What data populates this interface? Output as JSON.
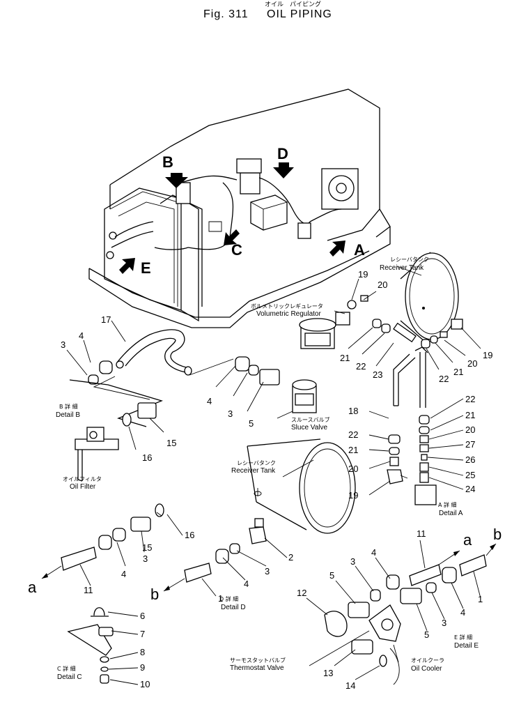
{
  "title": {
    "jp": "オイル　パイピング",
    "fig": "Fig. 311",
    "en": "OIL PIPING"
  },
  "view_letters": {
    "A": "A",
    "B": "B",
    "C": "C",
    "D": "D",
    "E": "E"
  },
  "connection_letters": {
    "a": "a",
    "b": "b"
  },
  "captions": {
    "receiver_tank_top": {
      "jp": "レシーバタンク",
      "en": "Receiver Tank"
    },
    "volumetric_regulator": {
      "jp": "ボルメトリックレギュレータ",
      "en": "Volumetric Regulator"
    },
    "sluce_valve": {
      "jp": "スルースバルブ",
      "en": "Sluce Valve"
    },
    "receiver_tank_mid": {
      "jp": "レシーバタンク",
      "en": "Receiver Tank"
    },
    "oil_filter": {
      "jp": "オイルフィルタ",
      "en": "Oil Filter"
    },
    "thermostat_valve": {
      "jp": "サーモスタットバルブ",
      "en": "Thermostat Valve"
    },
    "oil_cooler": {
      "jp": "オイルクーラ",
      "en": "Oil Cooler"
    }
  },
  "details": {
    "A": {
      "jp": "A 詳 細",
      "en": "Detail A"
    },
    "B": {
      "jp": "B 詳 細",
      "en": "Detail B"
    },
    "C": {
      "jp": "C 詳 細",
      "en": "Detail C"
    },
    "D": {
      "jp": "D 詳 細",
      "en": "Detail D"
    },
    "E": {
      "jp": "E 詳 細",
      "en": "Detail E"
    }
  },
  "callouts": {
    "c17": "17",
    "c4a": "4",
    "c3a": "3",
    "c4b": "4",
    "c3b": "3",
    "c5a": "5",
    "c15a": "15",
    "c16a": "16",
    "c19a": "19",
    "c20a": "20",
    "c21a": "21",
    "c22a": "22",
    "c23": "23",
    "c22b": "22",
    "c21b": "21",
    "c20b": "20",
    "c19b": "19",
    "c18": "18",
    "c22c": "22",
    "c21c": "21",
    "c20c": "20",
    "c19c": "19",
    "c22d": "22",
    "c21d": "21",
    "c20d": "20",
    "c27": "27",
    "c26": "26",
    "c25": "25",
    "c24": "24",
    "c16b": "16",
    "c15b": "15",
    "c3c": "3",
    "c4c": "4",
    "c11a": "11",
    "c2": "2",
    "c3d": "3",
    "c4d": "4",
    "c1a": "1",
    "c6": "6",
    "c7": "7",
    "c8": "8",
    "c9": "9",
    "c10": "10",
    "c11b": "11",
    "c4e": "4",
    "c3e": "3",
    "c5b": "5",
    "c12": "12",
    "c4f": "4",
    "c3f": "3",
    "c5c": "5",
    "c1b": "1",
    "c13": "13",
    "c14": "14"
  }
}
